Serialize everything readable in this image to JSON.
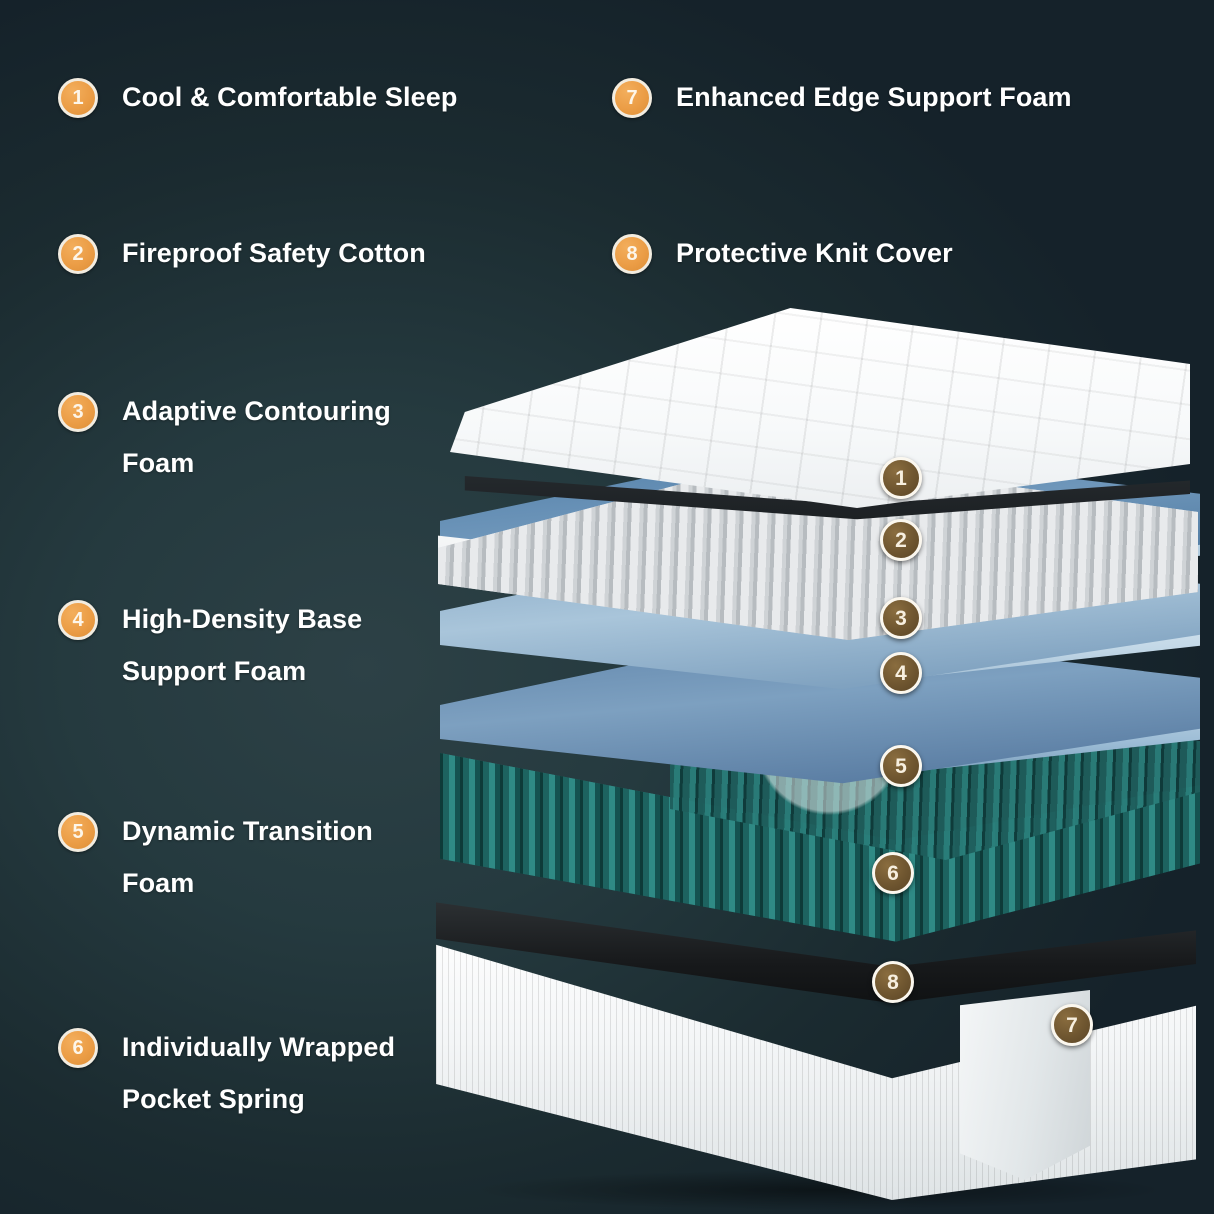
{
  "background_color": "#1b2b30",
  "accent_color": "#eb9d46",
  "callout_color": "#6f5630",
  "legend": {
    "left_column": [
      {
        "number": "1",
        "label": "Cool & Comfortable Sleep",
        "lines": [
          "Cool & Comfortable Sleep"
        ]
      },
      {
        "number": "2",
        "label": "Fireproof Safety Cotton",
        "lines": [
          "Fireproof Safety Cotton"
        ]
      },
      {
        "number": "3",
        "label": "Adaptive Contouring Foam",
        "lines": [
          "Adaptive Contouring",
          "Foam"
        ]
      },
      {
        "number": "4",
        "label": "High-Density Base Support Foam",
        "lines": [
          "High-Density Base",
          "Support Foam"
        ]
      },
      {
        "number": "5",
        "label": "Dynamic Transition Foam",
        "lines": [
          "Dynamic Transition",
          "Foam"
        ]
      },
      {
        "number": "6",
        "label": "Individually Wrapped Pocket Spring",
        "lines": [
          "Individually Wrapped",
          "Pocket Spring"
        ]
      }
    ],
    "right_column": [
      {
        "number": "7",
        "label": "Enhanced Edge Support Foam",
        "lines": [
          "Enhanced Edge Support Foam"
        ]
      },
      {
        "number": "8",
        "label": "Protective Knit Cover",
        "lines": [
          "Protective Knit Cover"
        ]
      }
    ]
  },
  "illustration": {
    "name": "mattress-layer-cutaway",
    "callouts": [
      {
        "number": "1",
        "refers_to": "Cool & Comfortable Sleep"
      },
      {
        "number": "2",
        "refers_to": "Fireproof Safety Cotton"
      },
      {
        "number": "3",
        "refers_to": "Adaptive Contouring Foam"
      },
      {
        "number": "4",
        "refers_to": "High-Density Base Support Foam"
      },
      {
        "number": "5",
        "refers_to": "Dynamic Transition Foam"
      },
      {
        "number": "6",
        "refers_to": "Individually Wrapped Pocket Spring"
      },
      {
        "number": "7",
        "refers_to": "Enhanced Edge Support Foam"
      },
      {
        "number": "8",
        "refers_to": "Protective Knit Cover"
      }
    ],
    "layers": [
      {
        "name": "quilted-knit-cover",
        "color": "#ffffff"
      },
      {
        "name": "convoluted-comfort-foam",
        "color": "#cfd3d6"
      },
      {
        "name": "contour-foam-blue-1",
        "color": "#6d93b8"
      },
      {
        "name": "contour-foam-blue-2",
        "color": "#b9d2e4"
      },
      {
        "name": "transition-foam-blue-3",
        "color": "#9cbdd8"
      },
      {
        "name": "pocket-spring-unit",
        "color": "#1d6360"
      },
      {
        "name": "edge-support-foam-base",
        "color": "#ffffff"
      },
      {
        "name": "base-knit-band",
        "color": "#17191b"
      }
    ]
  }
}
